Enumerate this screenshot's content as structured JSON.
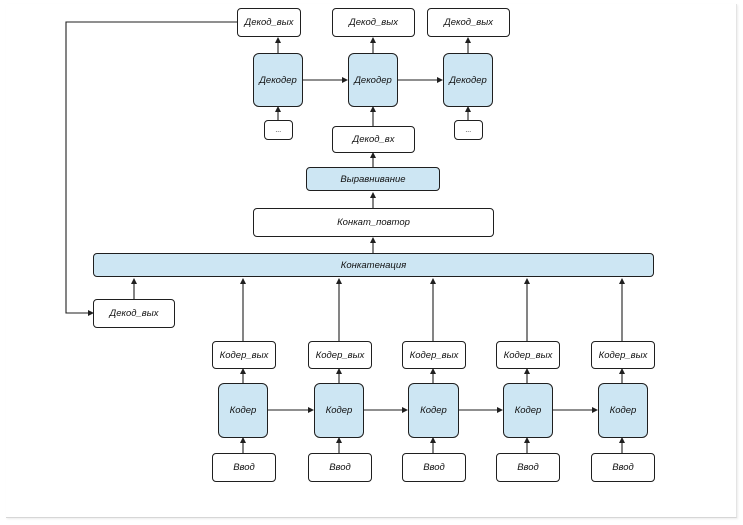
{
  "colors": {
    "block_fill": "#cde6f3",
    "plain_fill": "#ffffff",
    "stroke": "#1f1f1f"
  },
  "decoder": {
    "outputs": [
      "Декод_вых",
      "Декод_вых",
      "Декод_вых"
    ],
    "cells": [
      "Декодер",
      "Декодер",
      "Декодер"
    ],
    "side_inputs": [
      "...",
      "..."
    ],
    "input": "Декод_вх",
    "alignment": "Выравнивание",
    "concat_repeat": "Конкат_повтор"
  },
  "concatenation": "Конкатенация",
  "feedback_output": "Декод_вых",
  "encoder": {
    "outputs": [
      "Кодер_вых",
      "Кодер_вых",
      "Кодер_вых",
      "Кодер_вых",
      "Кодер_вых"
    ],
    "cells": [
      "Кодер",
      "Кодер",
      "Кодер",
      "Кодер",
      "Кодер"
    ],
    "inputs": [
      "Ввод",
      "Ввод",
      "Ввод",
      "Ввод",
      "Ввод"
    ]
  }
}
